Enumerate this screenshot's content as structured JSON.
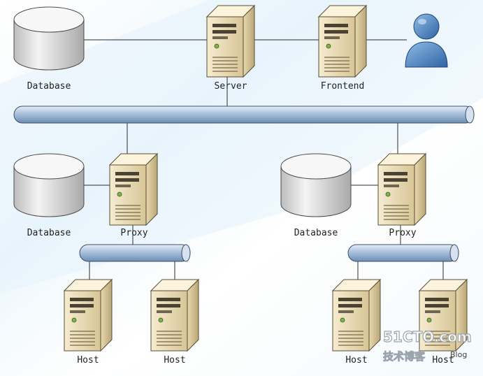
{
  "nodes": {
    "db_top": "Database",
    "server": "Server",
    "frontend": "Frontend",
    "user": "user-icon",
    "db_left": "Database",
    "proxy_left": "Proxy",
    "db_right": "Database",
    "proxy_right": "Proxy",
    "host_1": "Host",
    "host_2": "Host",
    "host_3": "Host",
    "host_4": "Host"
  },
  "watermark": {
    "site": "51CTO.com",
    "sub": "技术博客",
    "blog": "Blog"
  },
  "colors": {
    "bus": "#b7cbe3",
    "bus_stroke": "#3b4f6a",
    "server_body": "#f0e2bf",
    "database": "#d9d9d9",
    "user": "#3f78b8",
    "background_tint": "#e3f2fb"
  }
}
